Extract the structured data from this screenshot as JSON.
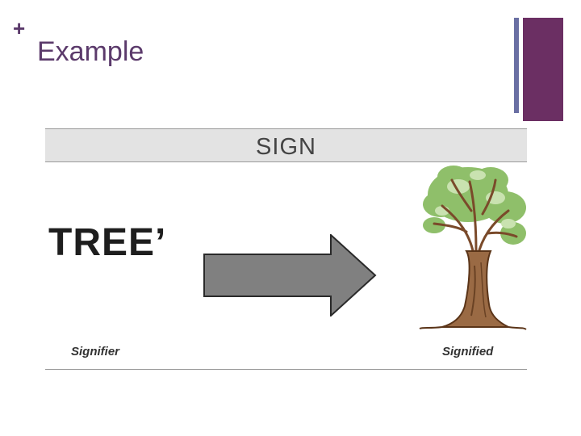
{
  "slide": {
    "bullet": "+",
    "title": "Example"
  },
  "figure": {
    "header": "SIGN",
    "word": "TREE’",
    "signifier_caption": "Signifier",
    "signified_caption": "Signified"
  },
  "colors": {
    "title": "#5b3a6b",
    "accent_block": "#6b2f63",
    "accent_line": "#6a6fa3",
    "arrow_fill": "#808080",
    "band": "#e3e3e3"
  }
}
